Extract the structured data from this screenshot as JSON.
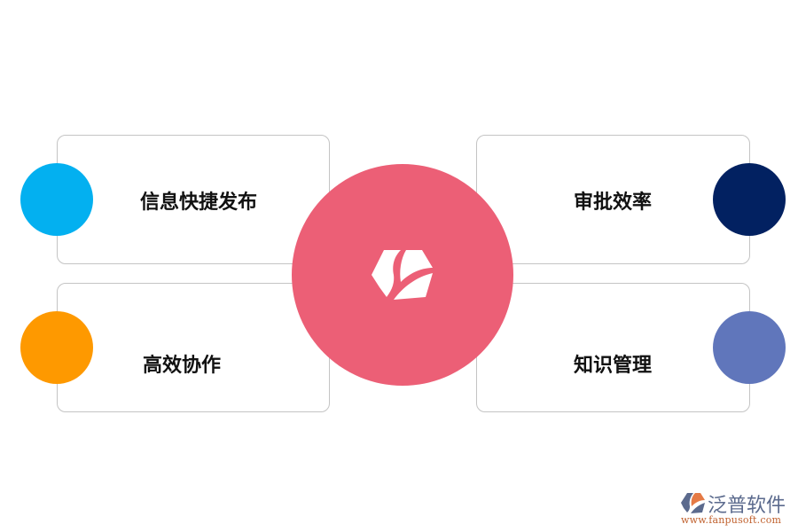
{
  "diagram": {
    "center": {
      "icon": "fanpu-logo-icon",
      "color": "#ec5f76"
    },
    "items": [
      {
        "label": "信息快捷发布",
        "color": "#03b0f0",
        "position": "top-left"
      },
      {
        "label": "审批效率",
        "color": "#022161",
        "position": "top-right"
      },
      {
        "label": "高效协作",
        "color": "#fe9900",
        "position": "bottom-left"
      },
      {
        "label": "知识管理",
        "color": "#6076bb",
        "position": "bottom-right"
      }
    ]
  },
  "watermark": {
    "name": "泛普软件",
    "url": "www.fanpusoft.com"
  }
}
